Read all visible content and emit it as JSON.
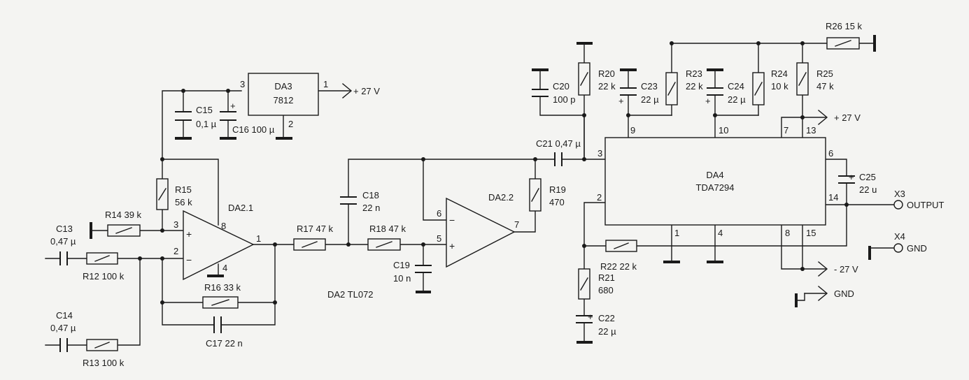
{
  "ics": {
    "da3": {
      "name": "DA3",
      "type": "7812",
      "pin_in": "3",
      "pin_out": "1",
      "pin_gnd": "2"
    },
    "da2_1": {
      "name": "DA2.1",
      "pin_out": "1",
      "pin_plus": "3",
      "pin_minus": "2",
      "pin_vcc": "8",
      "pin_vee": "4"
    },
    "da2_2": {
      "name": "DA2.2",
      "pin_out": "7",
      "pin_minus": "6",
      "pin_plus": "5"
    },
    "da2": {
      "label": "DA2 TL072"
    },
    "da4": {
      "name": "DA4",
      "type": "TDA7294",
      "pins": {
        "p3": "3",
        "p2": "2",
        "p9": "9",
        "p10": "10",
        "p7": "7",
        "p13": "13",
        "p6": "6",
        "p14": "14",
        "p1": "1",
        "p4": "4",
        "p8": "8",
        "p15": "15"
      }
    }
  },
  "resistors": {
    "r12": {
      "name": "R12 100 k"
    },
    "r13": {
      "name": "R13 100 k"
    },
    "r14": {
      "name": "R14 39 k"
    },
    "r15": {
      "name": "R15",
      "value": "56 k"
    },
    "r16": {
      "name": "R16 33 k"
    },
    "r17": {
      "name": "R17 47 k"
    },
    "r18": {
      "name": "R18 47 k"
    },
    "r19": {
      "name": "R19",
      "value": "470"
    },
    "r20": {
      "name": "R20",
      "value": "22 k"
    },
    "r21": {
      "name": "R21",
      "value": "680"
    },
    "r22": {
      "name": "R22 22 k"
    },
    "r23": {
      "name": "R23",
      "value": "22 k"
    },
    "r24": {
      "name": "R24",
      "value": "10 k"
    },
    "r25": {
      "name": "R25",
      "value": "47 k"
    },
    "r26": {
      "name": "R26 15 k"
    }
  },
  "capacitors": {
    "c13": {
      "name": "C13",
      "value": "0,47 µ"
    },
    "c14": {
      "name": "C14",
      "value": "0,47 µ"
    },
    "c15": {
      "name": "C15",
      "value": "0,1 µ"
    },
    "c16": {
      "name": "C16 100 µ"
    },
    "c17": {
      "name": "C17 22 n"
    },
    "c18": {
      "name": "C18",
      "value": "22 n"
    },
    "c19": {
      "name": "C19",
      "value": "10 n"
    },
    "c20": {
      "name": "C20",
      "value": "100 p"
    },
    "c21": {
      "name": "C21 0,47 µ"
    },
    "c22": {
      "name": "C22",
      "value": "22 µ"
    },
    "c23": {
      "name": "C23",
      "value": "22 µ"
    },
    "c24": {
      "name": "C24",
      "value": "22 µ"
    },
    "c25": {
      "name": "C25",
      "value": "22 u"
    }
  },
  "rails": {
    "plus27_reg": "+ 27 V",
    "plus27": "+ 27 V",
    "minus27": "- 27 V",
    "gnd": "GND"
  },
  "connectors": {
    "x3": {
      "name": "X3",
      "label": "OUTPUT"
    },
    "x4": {
      "name": "X4",
      "label": "GND"
    }
  },
  "polarity": {
    "plus": "+",
    "minus": "−"
  }
}
